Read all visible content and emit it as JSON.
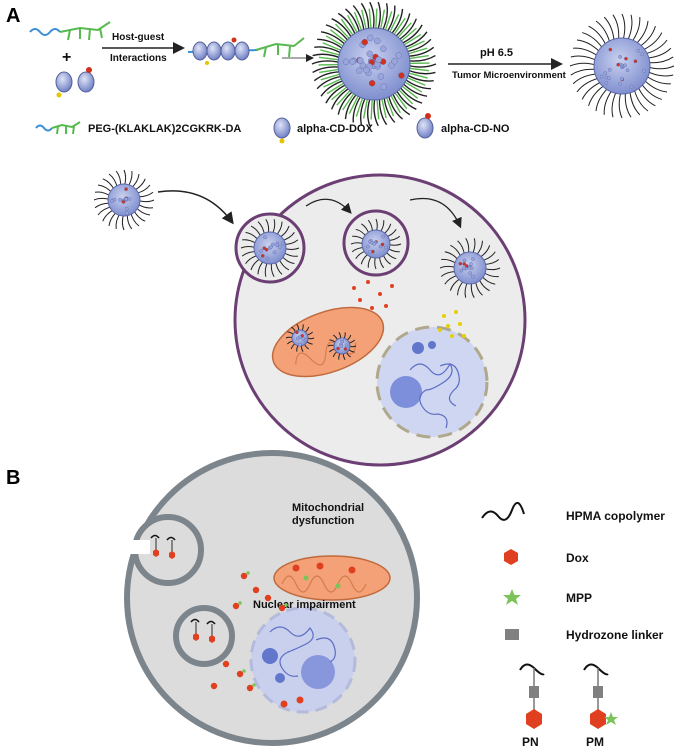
{
  "panel_a": {
    "label": "A",
    "arrow_1_top": "Host-guest",
    "arrow_1_bottom": "Interactions",
    "plus": "+",
    "arrow_2_top": "pH 6.5",
    "arrow_2_bottom": "Tumor Microenvironment",
    "legend": [
      {
        "text": "PEG-(KLAKLAK)2CGKRK-DA",
        "icon": "peptide-chain-icon"
      },
      {
        "text": "alpha-CD-DOX",
        "icon": "cd-dox-icon"
      },
      {
        "text": "alpha-CD-NO",
        "icon": "cd-no-icon"
      }
    ]
  },
  "panel_b": {
    "label": "B",
    "mito_label_1": "Mitochondrial",
    "mito_label_2": "dysfunction",
    "nucleus_label": "Nuclear impairment",
    "legend": [
      {
        "text": "HPMA copolymer",
        "icon": "polymer-chain-icon"
      },
      {
        "text": "Dox",
        "icon": "dox-hexagon-icon"
      },
      {
        "text": "MPP",
        "icon": "mpp-star-icon"
      },
      {
        "text": "Hydrozone linker",
        "icon": "linker-square-icon"
      }
    ],
    "conjugates": [
      {
        "text": "PN",
        "icon": "pn-conjugate-icon"
      },
      {
        "text": "PM",
        "icon": "pm-conjugate-icon"
      }
    ]
  },
  "colors": {
    "peg": "#3b8fd6",
    "peptide": "#57b94e",
    "cd_core": "#7f8fcf",
    "cell_fill_a": "#ececec",
    "cell_border_a": "#6b3f73",
    "cell_fill_b": "#dcdcdc",
    "cell_border_b": "#7d858c",
    "mito": "#f4a178",
    "dox": "#e0401f",
    "mpp": "#7cc45a",
    "linker": "#808080",
    "nucleus": "#cfd6f2",
    "dna": "#5d6dc4"
  }
}
